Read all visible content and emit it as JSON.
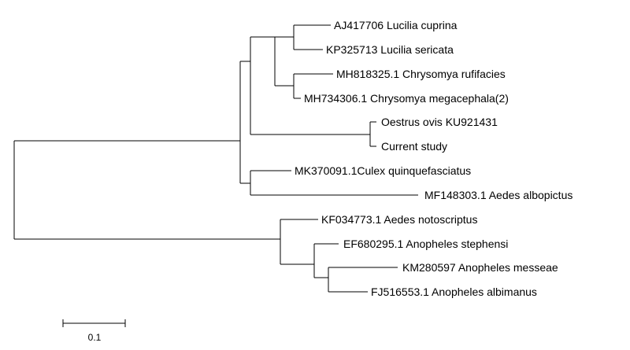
{
  "tree": {
    "leaves": [
      {
        "id": "L1",
        "label": "AJ417706  Lucilia cuprina"
      },
      {
        "id": "L2",
        "label": "KP325713  Lucilia sericata"
      },
      {
        "id": "L3",
        "label": "MH818325.1 Chrysomya rufifacies"
      },
      {
        "id": "L4",
        "label": "MH734306.1 Chrysomya megacephala(2)"
      },
      {
        "id": "L5",
        "label": "Oestrus ovis KU921431"
      },
      {
        "id": "L6",
        "label": "Current study"
      },
      {
        "id": "L7",
        "label": "MK370091.1Culex quinquefasciatus"
      },
      {
        "id": "L8",
        "label": "MF148303.1 Aedes albopictus"
      },
      {
        "id": "L9",
        "label": "KF034773.1 Aedes notoscriptus"
      },
      {
        "id": "L10",
        "label": "EF680295.1 Anopheles stephensi"
      },
      {
        "id": "L11",
        "label": "KM280597  Anopheles messeae"
      },
      {
        "id": "L12",
        "label": "FJ516553.1 Anopheles albimanus"
      }
    ]
  },
  "scale_bar": {
    "length": 0.1,
    "label": "0.1"
  }
}
